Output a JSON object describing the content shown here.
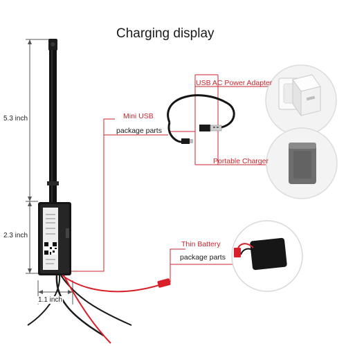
{
  "title": "Charging display",
  "dimensions": {
    "top_length": "5.3 inch",
    "module_height": "2.3 inch",
    "module_width": "1.1 inch"
  },
  "callouts": {
    "mini_usb": "Mini USB",
    "mini_usb_sub": "package parts",
    "usb_ac": "USB AC Power Adapter",
    "portable": "Portable Charger",
    "thin_battery": "Thin Battery",
    "thin_battery_sub": "package parts"
  },
  "colors": {
    "callout_line": "#c8262d",
    "dimension_line": "#555555",
    "cable_red": "#d8202a"
  }
}
